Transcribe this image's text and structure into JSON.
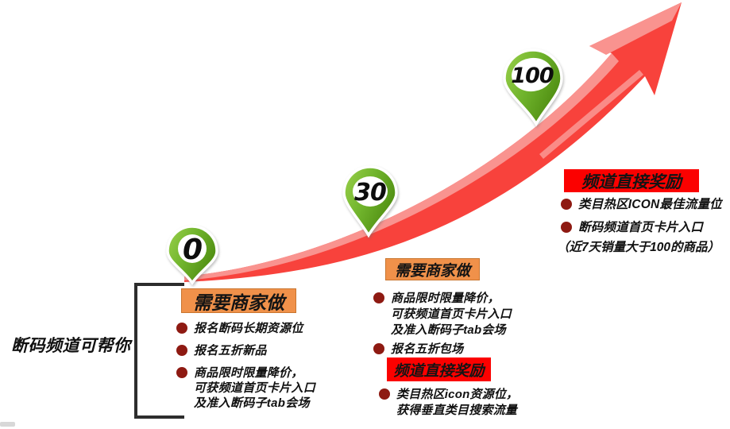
{
  "slide": {
    "left_note": "断码频道可帮你",
    "milestones": [
      {
        "value": "0"
      },
      {
        "value": "30"
      },
      {
        "value": "100"
      }
    ],
    "stage_start": {
      "header": "需要商家做",
      "items": [
        "报名断码长期资源位",
        "报名五折新品",
        "商品限时限量降价，\n可获频道首页卡片入口\n及准入断码子tab会场"
      ]
    },
    "stage_mid": {
      "todo_header": "需要商家做",
      "todo_items": [
        "商品限时限量降价，\n可获频道首页卡片入口\n及准入断码子tab会场",
        "报名五折包场"
      ],
      "reward_header": "频道直接奖励",
      "reward_items": [
        "类目热区icon资源位，\n获得垂直类目搜索流量"
      ]
    },
    "stage_top": {
      "reward_header": "频道直接奖励",
      "reward_items": [
        "类目热区ICON最佳流量位",
        "断码频道首页卡片入口"
      ],
      "reward_note": "（近7天销量大于100的商品）"
    },
    "colors": {
      "todo_header_bg": "#F0914A",
      "reward_header_bg": "#FB0100",
      "arrow_red": "#F8423C",
      "arrow_highlight": "#F9938F",
      "pin_green": "#70B42C",
      "bullet_dark_red": "#8E1A12"
    }
  }
}
